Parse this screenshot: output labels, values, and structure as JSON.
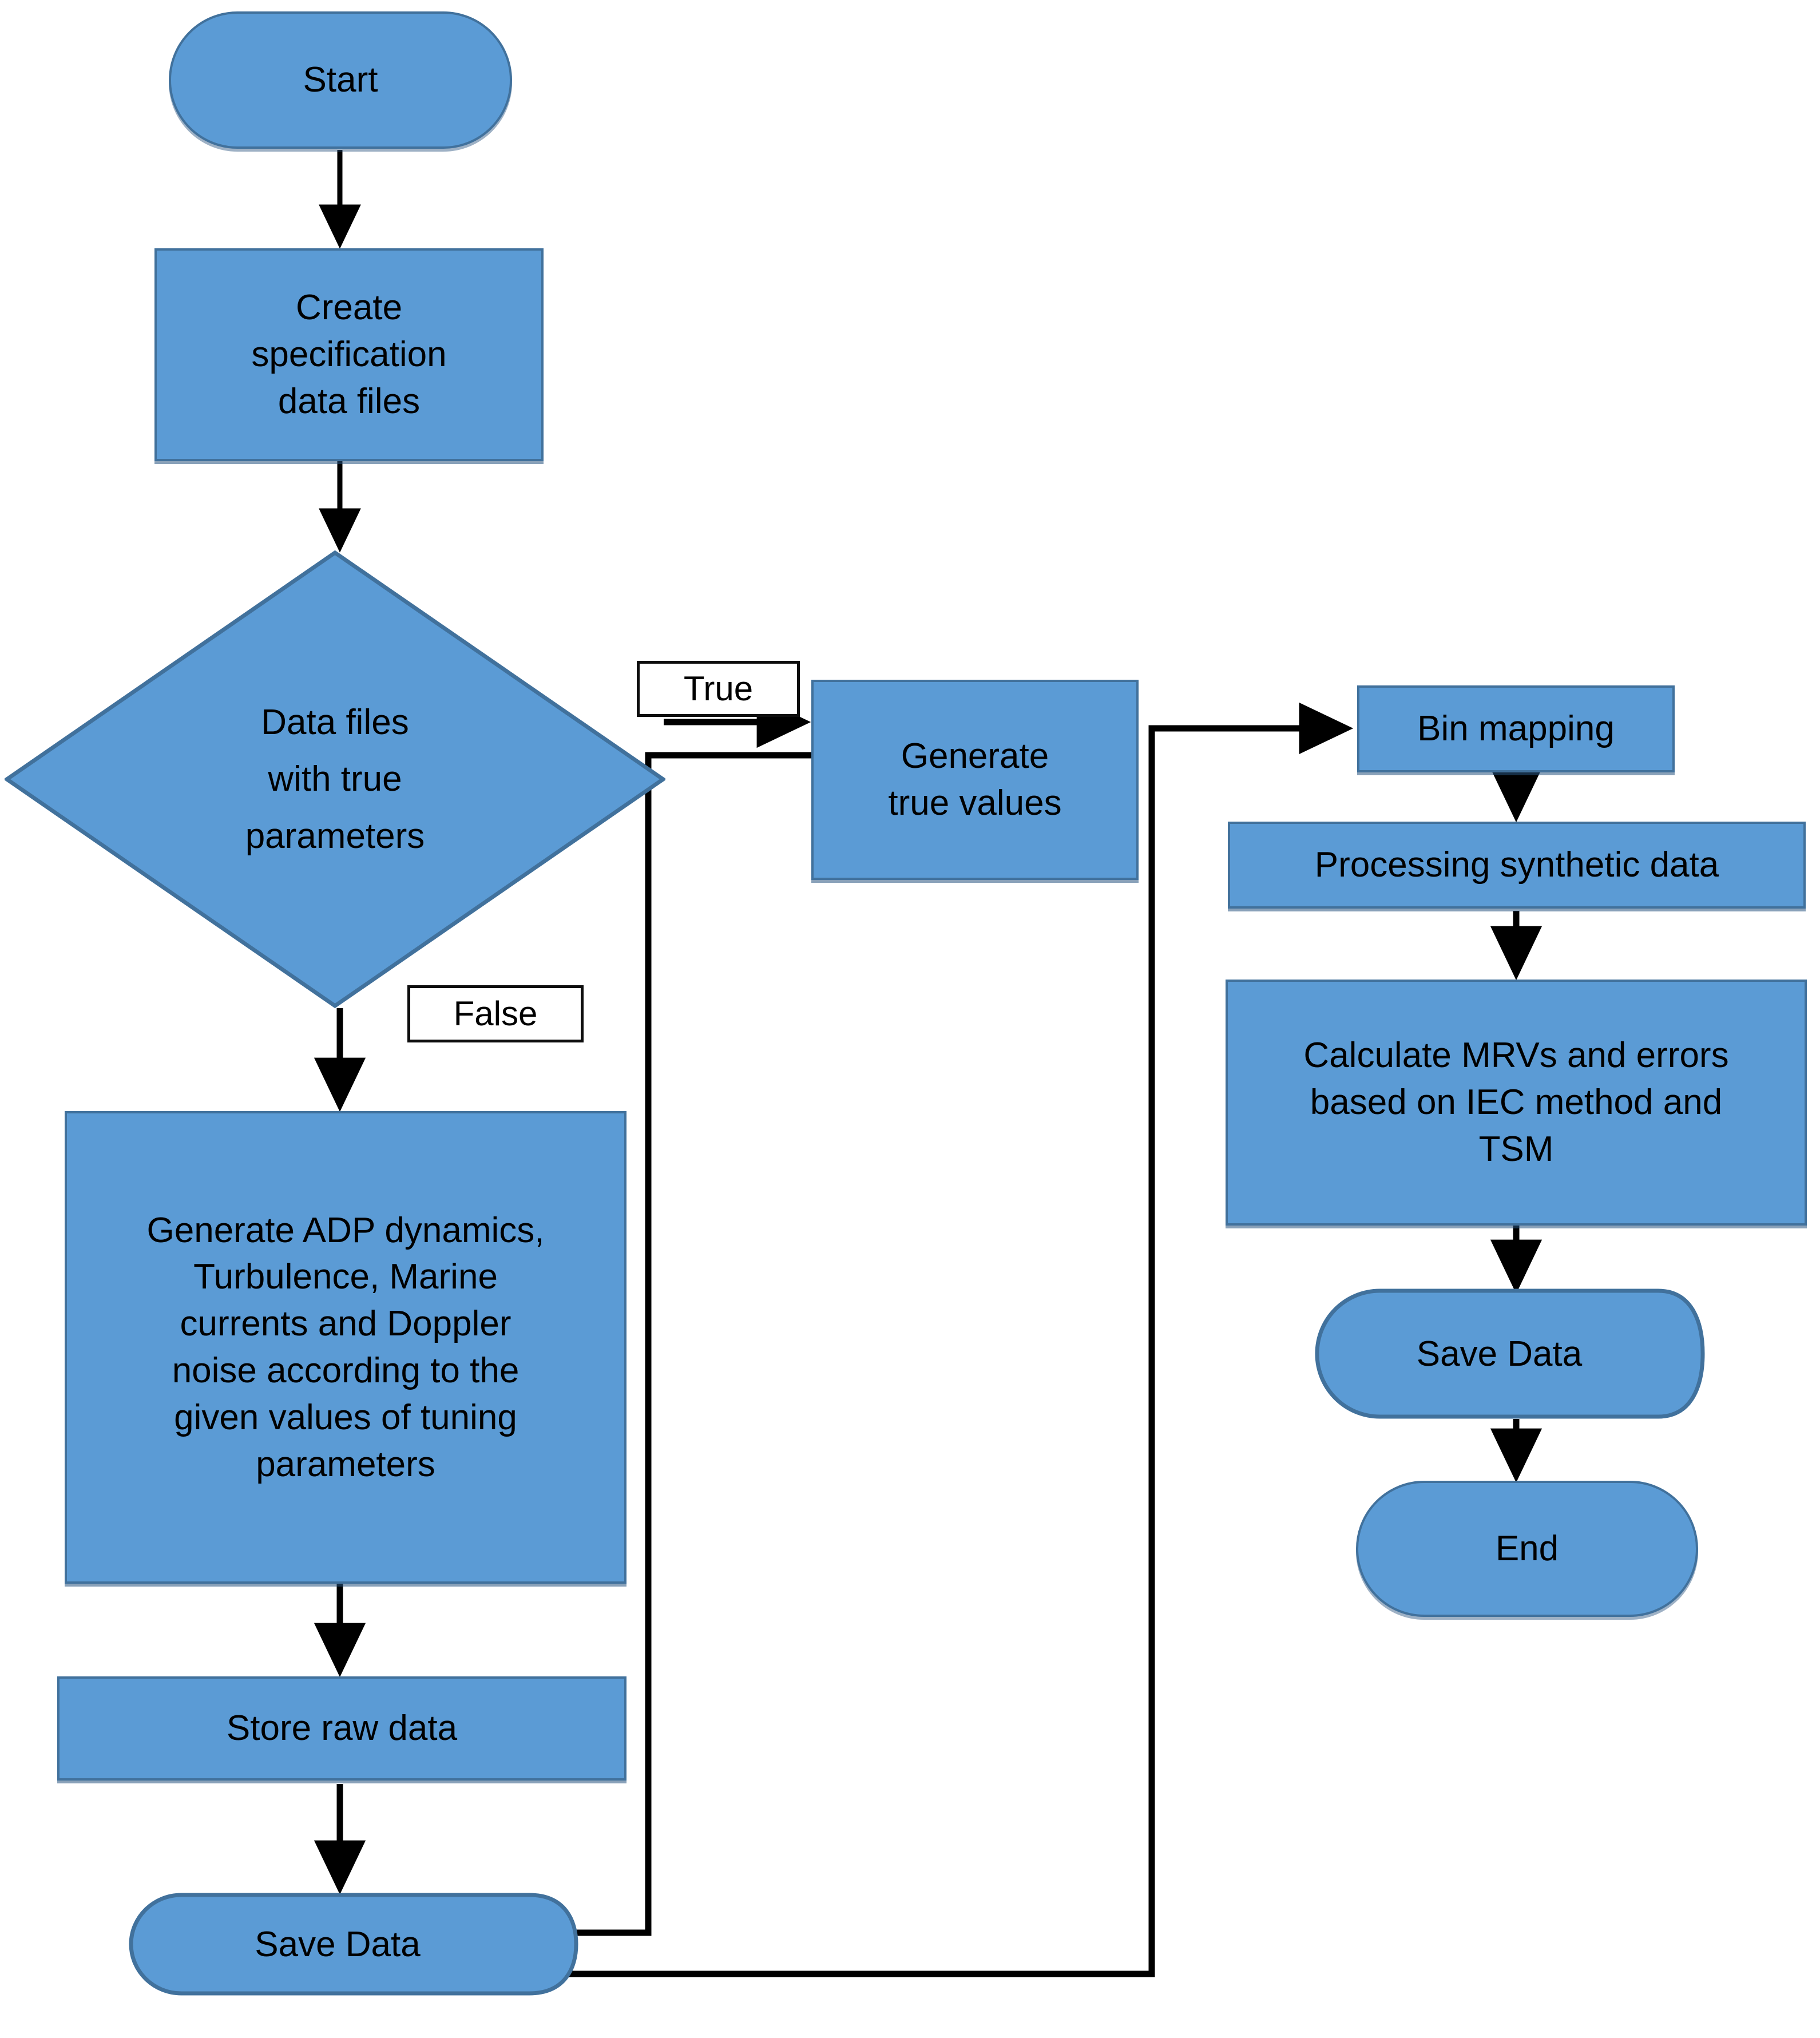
{
  "diagram": {
    "type": "flowchart",
    "title": "Synthetic ADP data generation and processing flowchart",
    "colors": {
      "node_fill": "#5B9BD5",
      "node_border": "#41719C",
      "label_border": "#0D0D0D",
      "label_fill": "#FFFFFF",
      "edge": "#000000",
      "background": "#FFFFFF"
    }
  },
  "nodes": {
    "start": {
      "label": "Start",
      "shape": "terminator"
    },
    "create_spec": {
      "label_lines": [
        "Create",
        "specification",
        "data files"
      ],
      "shape": "process"
    },
    "decision": {
      "label_lines": [
        "Data files",
        "with true",
        "parameters"
      ],
      "shape": "decision"
    },
    "generate_true_values": {
      "label_lines": [
        "Generate",
        "true values"
      ],
      "shape": "process"
    },
    "bin_mapping": {
      "label": "Bin mapping",
      "shape": "process"
    },
    "processing_synthetic": {
      "label": "Processing synthetic data",
      "shape": "process"
    },
    "calculate_mrvs": {
      "label_lines": [
        "Calculate MRVs and errors",
        "based on IEC method and",
        "TSM"
      ],
      "shape": "process"
    },
    "save_data_right": {
      "label": "Save Data",
      "shape": "tape-data"
    },
    "end": {
      "label": "End",
      "shape": "terminator"
    },
    "generate_adp": {
      "label_lines": [
        "Generate ADP dynamics,",
        "Turbulence, Marine",
        "currents and Doppler",
        "noise according to the",
        "given values of tuning",
        "parameters"
      ],
      "shape": "process"
    },
    "store_raw_data": {
      "label": "Store raw data",
      "shape": "process"
    },
    "save_data_left": {
      "label": "Save Data",
      "shape": "tape-data"
    }
  },
  "edge_labels": {
    "true": "True",
    "false": "False"
  },
  "edges": [
    {
      "from": "start",
      "to": "create_spec",
      "label": ""
    },
    {
      "from": "create_spec",
      "to": "decision",
      "label": ""
    },
    {
      "from": "decision",
      "to": "generate_true_values",
      "label": "True"
    },
    {
      "from": "decision",
      "to": "generate_adp",
      "label": "False"
    },
    {
      "from": "generate_true_values",
      "to": "save_data_left",
      "label": ""
    },
    {
      "from": "generate_adp",
      "to": "store_raw_data",
      "label": ""
    },
    {
      "from": "store_raw_data",
      "to": "save_data_left",
      "label": ""
    },
    {
      "from": "save_data_left",
      "to": "bin_mapping",
      "label": ""
    },
    {
      "from": "bin_mapping",
      "to": "processing_synthetic",
      "label": ""
    },
    {
      "from": "processing_synthetic",
      "to": "calculate_mrvs",
      "label": ""
    },
    {
      "from": "calculate_mrvs",
      "to": "save_data_right",
      "label": ""
    },
    {
      "from": "save_data_right",
      "to": "end",
      "label": ""
    }
  ]
}
